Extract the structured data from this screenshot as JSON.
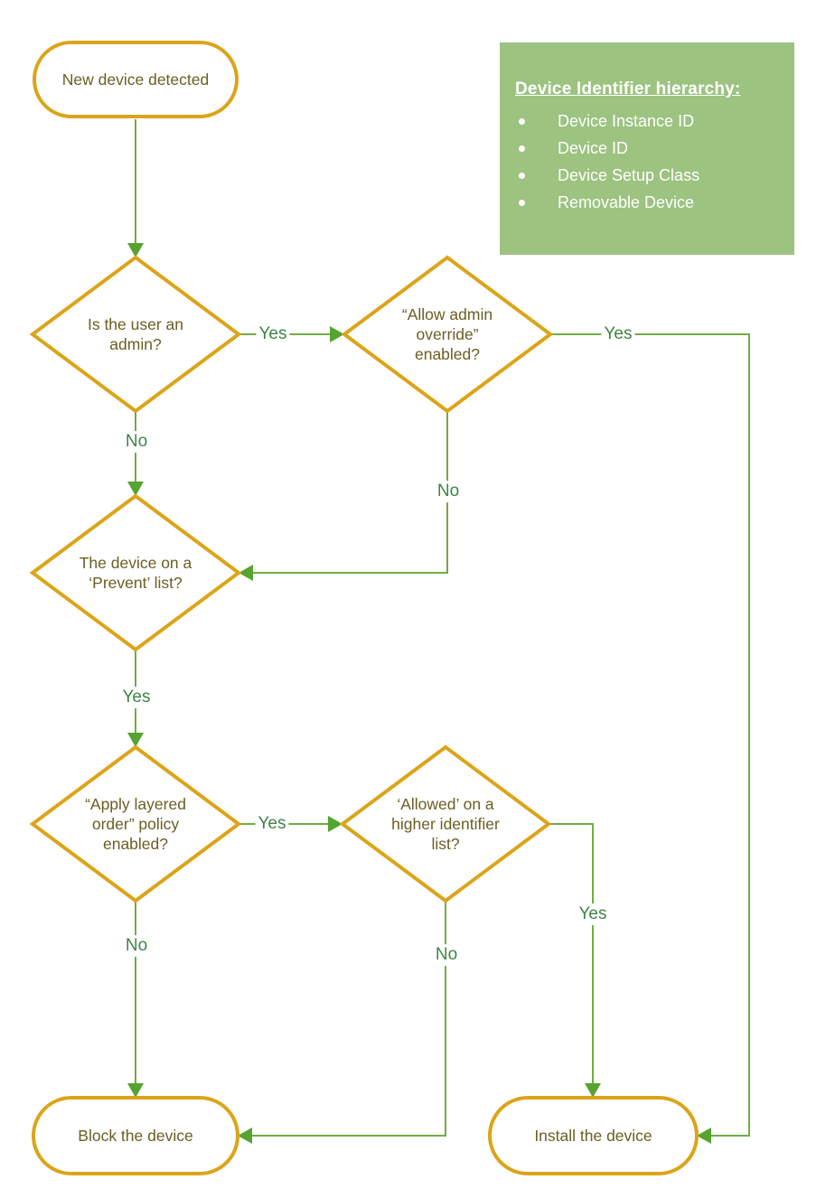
{
  "diagram": {
    "nodes": {
      "start": {
        "label": "New device detected"
      },
      "admin": {
        "label": "Is the user an\nadmin?"
      },
      "override": {
        "label": "“Allow admin\noverride”\nenabled?"
      },
      "prevent": {
        "label": "The device on a\n‘Prevent’ list?"
      },
      "layered": {
        "label": "“Apply layered\norder” policy\nenabled?"
      },
      "allowed": {
        "label": "‘Allowed’ on a\nhigher identifier\nlist?"
      },
      "block": {
        "label": "Block the device"
      },
      "install": {
        "label": "Install the device"
      }
    },
    "edge_labels": {
      "admin_yes": "Yes",
      "admin_no": "No",
      "override_yes": "Yes",
      "override_no": "No",
      "prevent_yes": "Yes",
      "layered_yes": "Yes",
      "layered_no": "No",
      "allowed_yes": "Yes",
      "allowed_no": "No"
    },
    "legend": {
      "title": "Device Identifier hierarchy:",
      "items": [
        "Device Instance ID",
        "Device ID",
        "Device Setup Class",
        "Removable Device"
      ]
    },
    "colors": {
      "shape_border": "#DCA419",
      "shape_text": "#6B5E22",
      "line": "#70AC44",
      "arrow": "#55A42F",
      "label_text": "#3F8445",
      "legend_bg": "#9CC380",
      "legend_text": "#FFFFFF"
    }
  }
}
